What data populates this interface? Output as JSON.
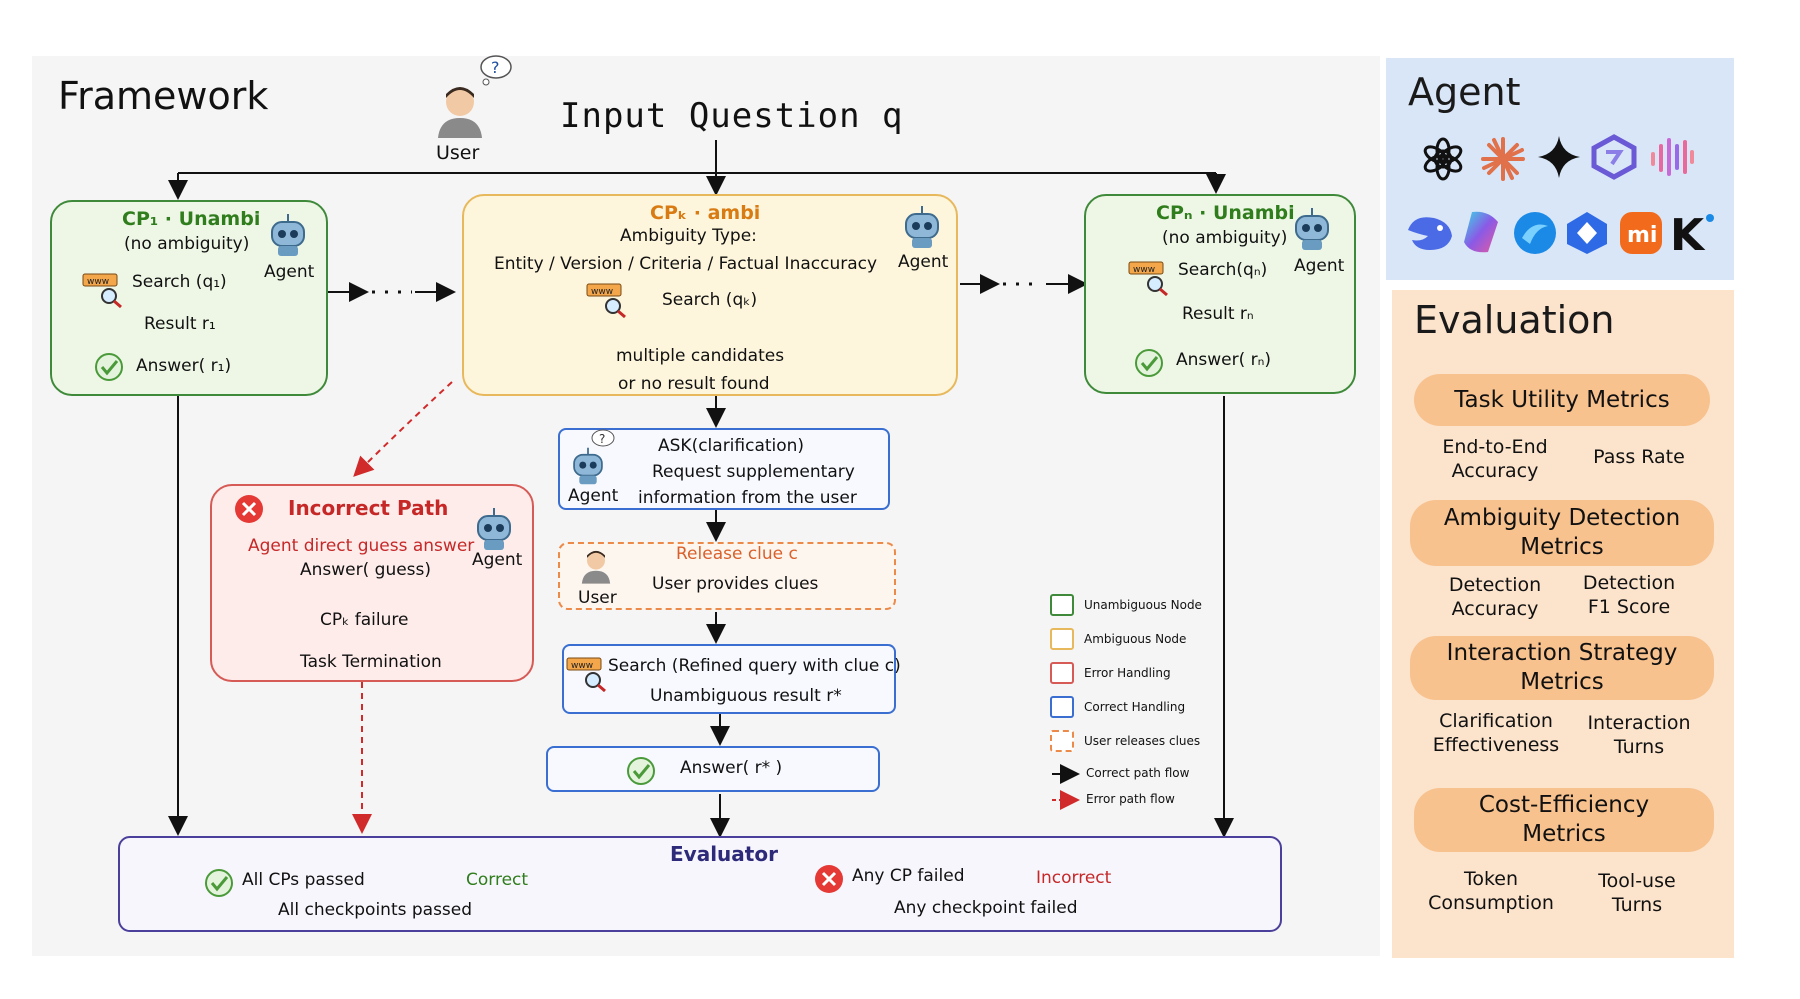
{
  "framework_title": "Framework",
  "input_question": "Input Question q",
  "user_label": "User",
  "cp1": {
    "title": "CP₁ · Unambi",
    "subtitle": "(no ambiguity)",
    "search": "Search (q₁)",
    "result": "Result r₁",
    "answer": "Answer( r₁)",
    "agent": "Agent"
  },
  "cpk": {
    "title": "CPₖ · ambi",
    "ambiguity_label": "Ambiguity Type:",
    "types": "Entity / Version / Criteria / Factual Inaccuracy",
    "search": "Search (qₖ)",
    "candidates": "multiple candidates",
    "no_result": "or  no result found",
    "agent": "Agent"
  },
  "cpn": {
    "title": "CPₙ ·  Unambi",
    "subtitle": "(no ambiguity)",
    "search": "Search(qₙ)",
    "result": "Result rₙ",
    "answer": "Answer( rₙ)",
    "agent": "Agent"
  },
  "incorrect": {
    "title": "Incorrect Path",
    "guess": "Agent direct guess answer",
    "answer": "Answer( guess)",
    "failure": "CPₖ failure",
    "termination": "Task Termination",
    "agent": "Agent"
  },
  "ask": {
    "title": "ASK(clarification)",
    "line1": "Request supplementary",
    "line2": "information from the user",
    "agent": "Agent"
  },
  "release": {
    "title": "Release clue c",
    "text": "User provides clues",
    "user": "User"
  },
  "refined": {
    "line1": "Search (Refined query with clue c)",
    "line2": "Unambiguous result r*"
  },
  "final_answer": "Answer( r* )",
  "evaluator": {
    "title": "Evaluator",
    "passed": "All CPs passed",
    "correct": "Correct",
    "passed_sub": "All checkpoints passed",
    "failed": "Any CP failed",
    "incorrect": "Incorrect",
    "failed_sub": "Any checkpoint failed"
  },
  "legend": [
    "Unambiguous Node",
    "Ambiguous Node",
    "Error Handling",
    "Correct Handling",
    "User releases clues",
    "Correct path flow",
    "Error path flow"
  ],
  "agent_panel_title": "Agent",
  "agent_icons": [
    "openai-icon",
    "claude-icon",
    "gemini-icon",
    "qwen-icon",
    "doubao-icon",
    "deepseek-icon",
    "copilot-icon",
    "kimi-circle-icon",
    "glm-icon",
    "xiaomi-icon",
    "kimi-icon"
  ],
  "eval_title": "Evaluation",
  "eval_groups": [
    {
      "title": "Task Utility Metrics",
      "metrics": [
        "End-to-End\nAccuracy",
        "Pass Rate"
      ]
    },
    {
      "title": "Ambiguity Detection\nMetrics",
      "metrics": [
        "Detection\nAccuracy",
        "Detection\nF1 Score"
      ]
    },
    {
      "title": "Interaction Strategy\nMetrics",
      "metrics": [
        "Clarification\nEffectiveness",
        "Interaction\nTurns"
      ]
    },
    {
      "title": "Cost-Efficiency\nMetrics",
      "metrics": [
        "Token\nConsumption",
        "Tool-use\nTurns"
      ]
    }
  ],
  "colors": {
    "green": "#3f8a3a",
    "yellow": "#e8b85c",
    "red": "#d65a56",
    "blue": "#3a6fd1",
    "orange_dashed": "#ec8a4a",
    "evaluator": "#4a3f9a"
  }
}
